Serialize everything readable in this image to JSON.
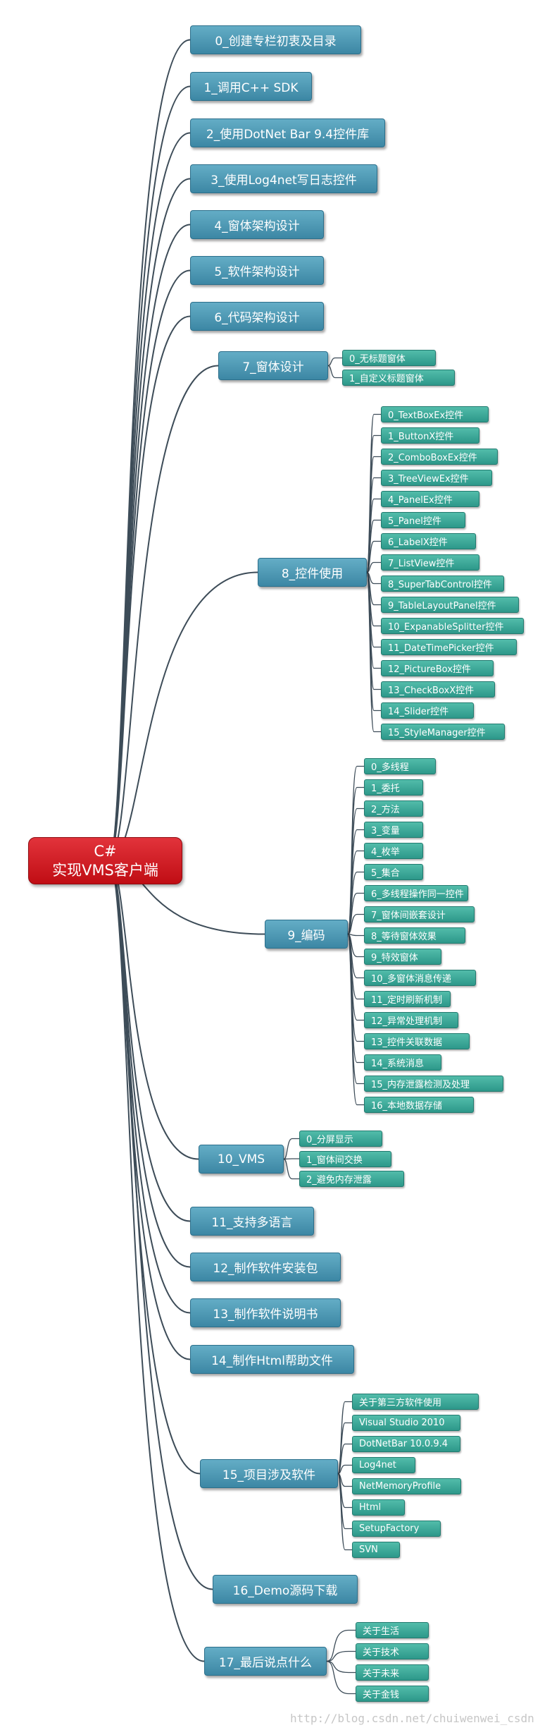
{
  "root": {
    "line1": "C#",
    "line2": "实现VMS客户端"
  },
  "topics": [
    {
      "label": "0_创建专栏初衷及目录",
      "children": []
    },
    {
      "label": "1_调用C++ SDK",
      "children": []
    },
    {
      "label": "2_使用DotNet Bar 9.4控件库",
      "children": []
    },
    {
      "label": "3_使用Log4net写日志控件",
      "children": []
    },
    {
      "label": "4_窗体架构设计",
      "children": []
    },
    {
      "label": "5_软件架构设计",
      "children": []
    },
    {
      "label": "6_代码架构设计",
      "children": []
    },
    {
      "label": "7_窗体设计",
      "children": [
        "0_无标题窗体",
        "1_自定义标题窗体"
      ]
    },
    {
      "label": "8_控件使用",
      "children": [
        "0_TextBoxEx控件",
        "1_ButtonX控件",
        "2_ComboBoxEx控件",
        "3_TreeViewEx控件",
        "4_PanelEx控件",
        "5_Panel控件",
        "6_LabelX控件",
        "7_ListView控件",
        "8_SuperTabControl控件",
        "9_TableLayoutPanel控件",
        "10_ExpanableSplitter控件",
        "11_DateTimePicker控件",
        "12_PictureBox控件",
        "13_CheckBoxX控件",
        "14_Slider控件",
        "15_StyleManager控件"
      ]
    },
    {
      "label": "9_编码",
      "children": [
        "0_多线程",
        "1_委托",
        "2_方法",
        "3_变量",
        "4_枚举",
        "5_集合",
        "6_多线程操作同一控件",
        "7_窗体间嵌套设计",
        "8_等待窗体效果",
        "9_特效窗体",
        "10_多窗体消息传递",
        "11_定时刷新机制",
        "12_异常处理机制",
        "13_控件关联数据",
        "14_系统消息",
        "15_内存泄露检测及处理",
        "16_本地数据存储"
      ]
    },
    {
      "label": "10_VMS",
      "children": [
        "0_分屏显示",
        "1_窗体间交换",
        "2_避免内存泄露"
      ]
    },
    {
      "label": "11_支持多语言",
      "children": []
    },
    {
      "label": "12_制作软件安装包",
      "children": []
    },
    {
      "label": "13_制作软件说明书",
      "children": []
    },
    {
      "label": "14_制作Html帮助文件",
      "children": []
    },
    {
      "label": "15_项目涉及软件",
      "children": [
        "关于第三方软件使用",
        "Visual Studio 2010",
        "DotNetBar 10.0.9.4",
        "Log4net",
        "NetMemoryProfile",
        "Html",
        "SetupFactory",
        "SVN"
      ]
    },
    {
      "label": "16_Demo源码下载",
      "children": []
    },
    {
      "label": "17_最后说点什么",
      "children": [
        "关于生活",
        "关于技术",
        "关于未来",
        "关于金钱"
      ]
    }
  ],
  "watermark": "http://blog.csdn.net/chuiwenwei_csdn",
  "colors": {
    "root": "#c8141b",
    "topic": "#4a95b2",
    "subtopic": "#3aa999",
    "connector": "#3d4c58"
  }
}
